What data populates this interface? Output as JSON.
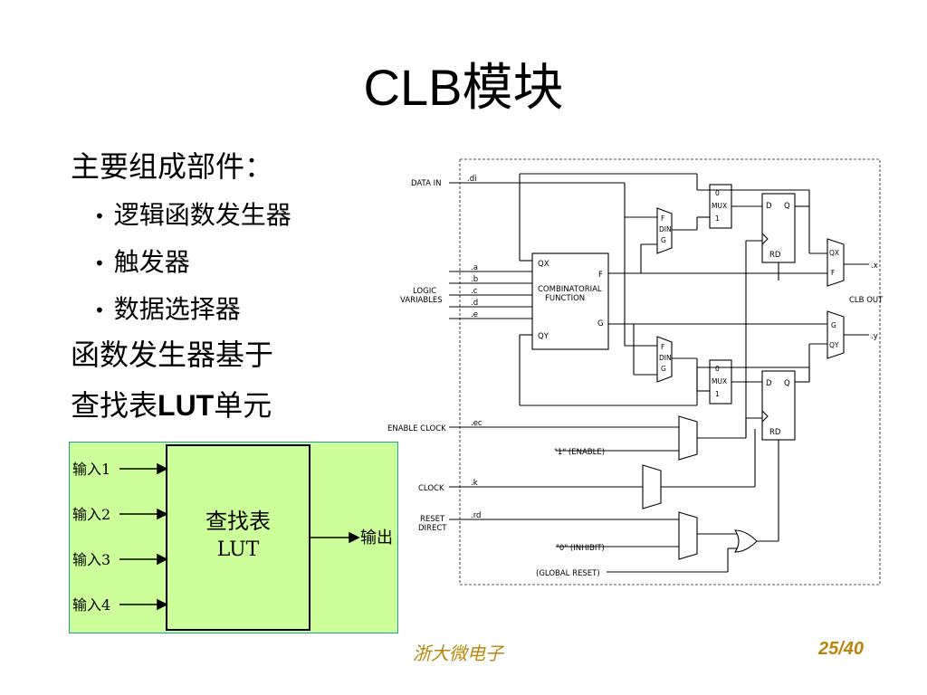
{
  "slide": {
    "title": "CLB模块",
    "heading": "主要组成部件：",
    "bullets": [
      "逻辑函数发生器",
      "触发器",
      "数据选择器"
    ],
    "line1": "函数发生器基于",
    "line2_prefix": "查找表",
    "line2_bold": "LUT",
    "line2_suffix": "单元"
  },
  "lut_diagram": {
    "inputs": [
      "输入1",
      "输入2",
      "输入3",
      "输入4"
    ],
    "box_line1": "查找表",
    "box_line2": "LUT",
    "output": "输出"
  },
  "clb_circuit": {
    "data_in": "DATA IN",
    "di": ".di",
    "logic_line1": "LOGIC",
    "logic_line2": "VARIABLES",
    "var_a": ".a",
    "var_b": ".b",
    "var_c": ".c",
    "var_d": ".d",
    "var_e": ".e",
    "qx": "QX",
    "f": "F",
    "g": "G",
    "qy": "QY",
    "comb_line1": "COMBINATORIAL",
    "comb_line2": "FUNCTION",
    "f_din_g_1": [
      "F",
      "DIN",
      "G"
    ],
    "f_din_g_2": [
      "F",
      "DIN",
      "G"
    ],
    "mux1": [
      "0",
      "MUX",
      "1"
    ],
    "mux2": [
      "0",
      "MUX",
      "1"
    ],
    "ff1": [
      "D",
      "Q",
      "RD"
    ],
    "ff2": [
      "D",
      "Q",
      "RD"
    ],
    "out_mux1": [
      "QX",
      "F"
    ],
    "out_mux2": [
      "G",
      "QY"
    ],
    "x_out": ".x",
    "y_out": ".y",
    "clb_out": "CLB OUT",
    "enable_clock": "ENABLE CLOCK",
    "ec": ".ec",
    "enable_1": "\"1\" (ENABLE)",
    "clock": "CLOCK",
    "k": ".k",
    "reset_line1": "RESET",
    "reset_line2": "DIRECT",
    "rd": ".rd",
    "inhibit": "\"0\" (INHIBIT)",
    "global_reset": "(GLOBAL RESET)"
  },
  "footer": {
    "org": "浙大微电子",
    "page": "25/40"
  }
}
